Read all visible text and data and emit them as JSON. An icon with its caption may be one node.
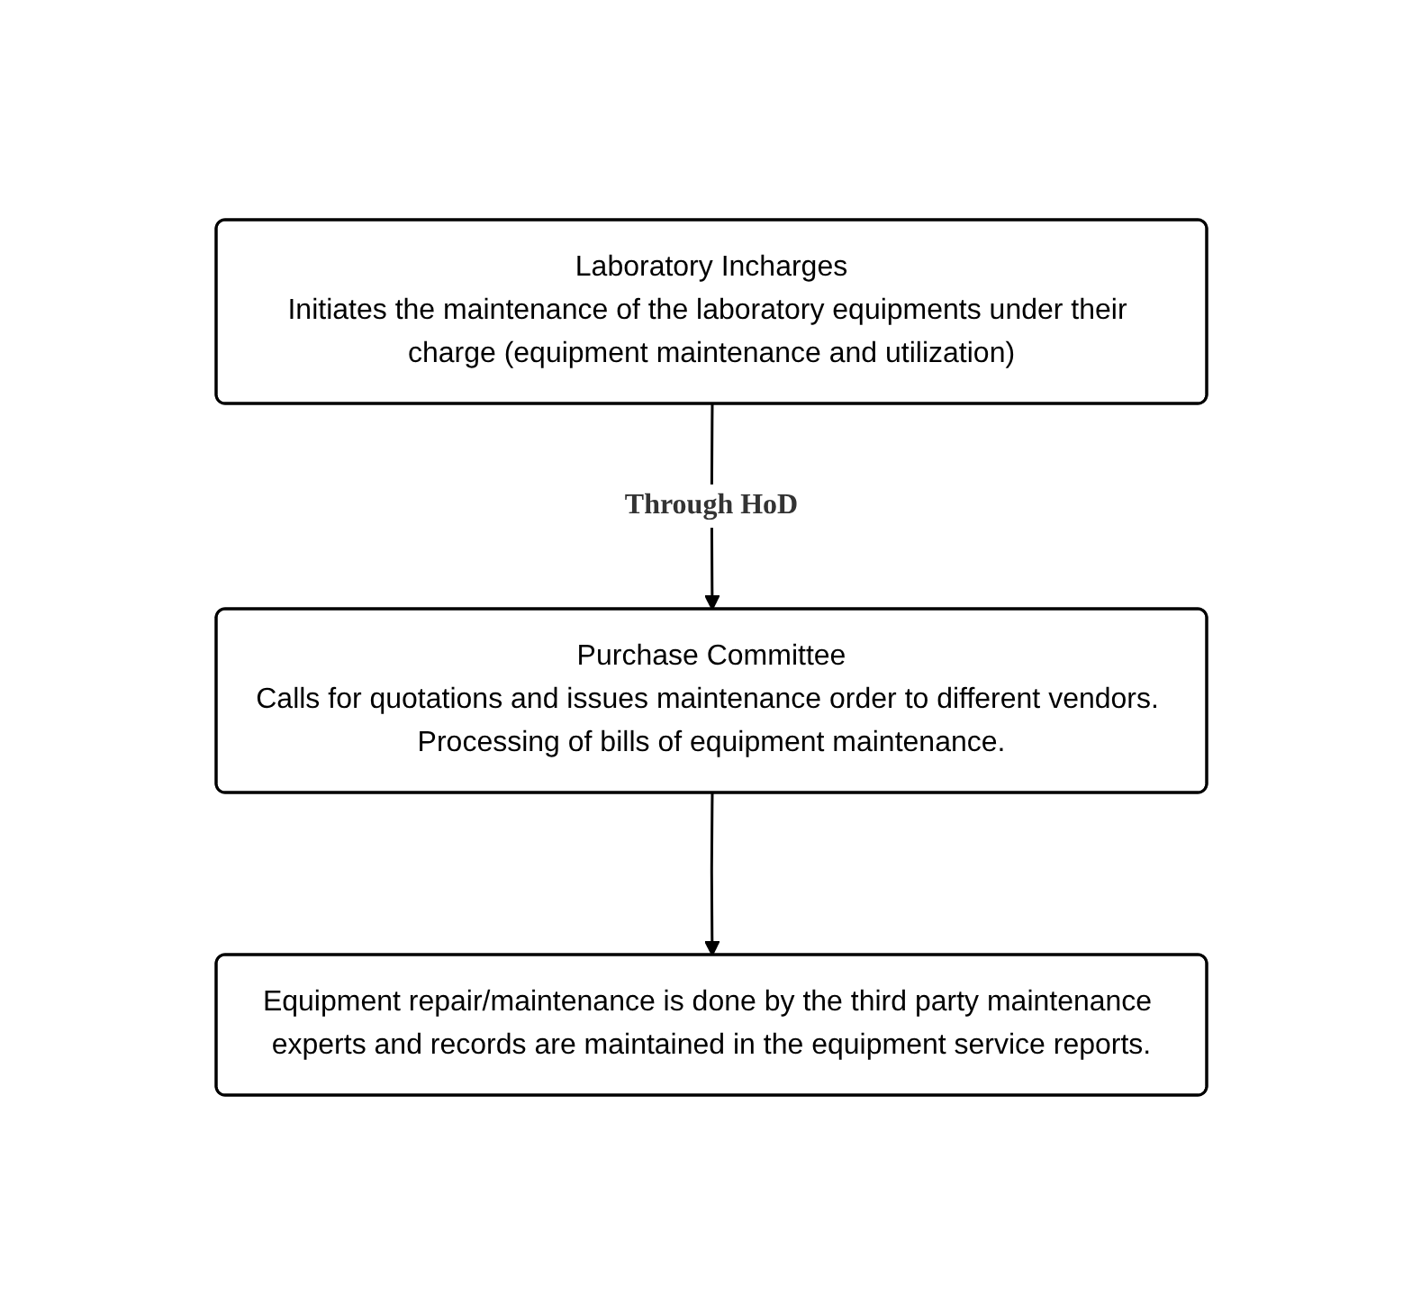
{
  "diagram": {
    "nodes": [
      {
        "text": [
          "Laboratory Incharges",
          "Initiates the maintenance of the laboratory equipments under their charge (equipment maintenance and utilization)"
        ]
      },
      {
        "text": [
          "Purchase Committee",
          "Calls for quotations and issues maintenance order to different vendors. Processing of bills of equipment maintenance."
        ]
      },
      {
        "text": [
          "Equipment repair/maintenance is done by the third party maintenance experts and records are maintained in the equipment service reports."
        ]
      }
    ],
    "edges": [
      {
        "from": 0,
        "to": 1,
        "arrow": "to",
        "label": "Through HoD"
      },
      {
        "from": 1,
        "to": 2,
        "arrow": "to"
      }
    ]
  }
}
